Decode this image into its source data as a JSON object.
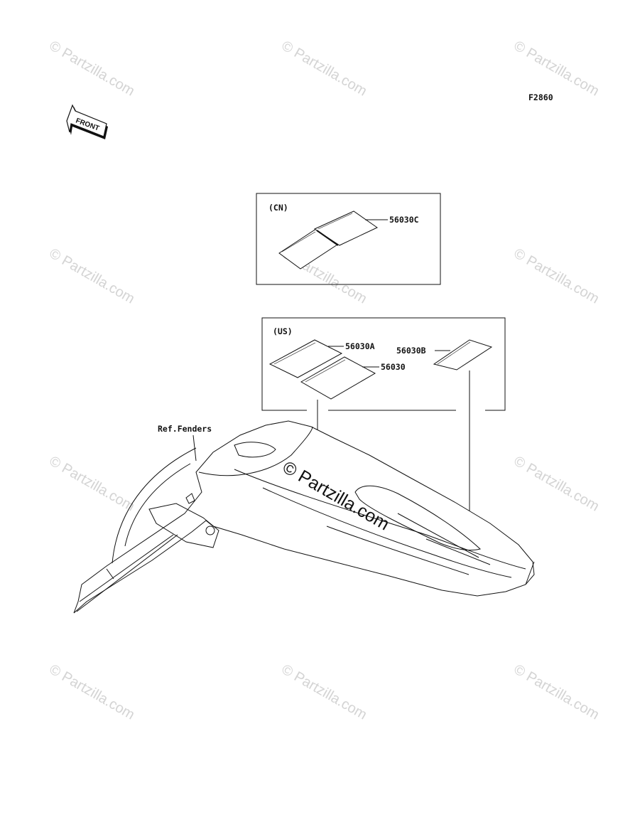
{
  "figure_code": "F2860",
  "front_label": "FRONT",
  "groups": {
    "cn": {
      "tag": "(CN)",
      "parts": [
        "56030C"
      ]
    },
    "us": {
      "tag": "(US)",
      "parts": [
        "56030A",
        "56030",
        "56030B"
      ]
    }
  },
  "reference_label": "Ref.Fenders",
  "watermark": {
    "text": "© Partzilla.com",
    "color": "#d4d4d4",
    "center_color": "#111111"
  }
}
